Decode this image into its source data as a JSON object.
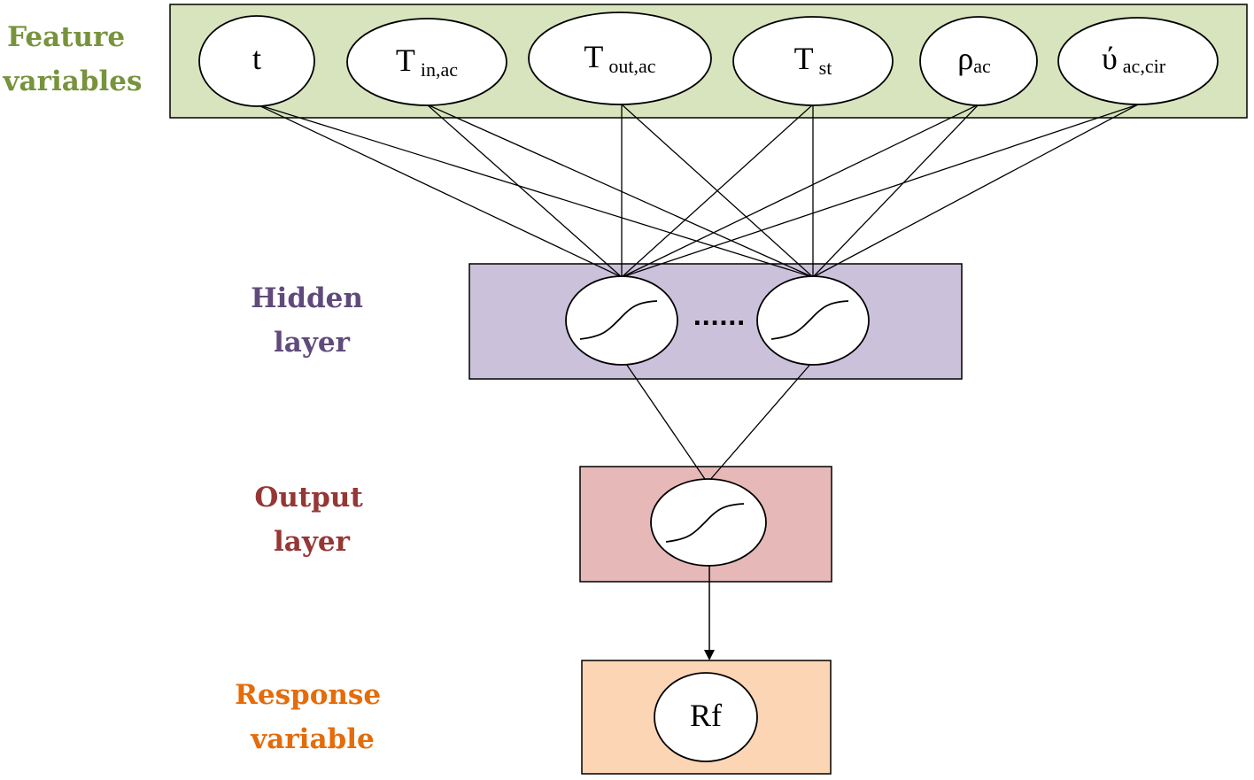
{
  "colors": {
    "feature_bg": "#d7e4bd",
    "hidden_bg": "#ccc1da",
    "output_bg": "#e6b9b8",
    "response_bg": "#fcd5b5",
    "feature_label": "#77933c",
    "hidden_label": "#604a7b",
    "output_label": "#953735",
    "response_label": "#e46c0a"
  },
  "labels": {
    "feature": [
      "Feature",
      "variables"
    ],
    "hidden": [
      "Hidden",
      "layer"
    ],
    "output": [
      "Output",
      "layer"
    ],
    "response": [
      "Response",
      "variable"
    ]
  },
  "inputs": [
    {
      "main": "t",
      "sub": ""
    },
    {
      "main": "T",
      "sub": "in,ac"
    },
    {
      "main": "T",
      "sub": "out,ac"
    },
    {
      "main": "T",
      "sub": "st"
    },
    {
      "main": "ρ",
      "sub": "ac"
    },
    {
      "main": "ύ",
      "sub": "ac,cir"
    }
  ],
  "hidden_ellipsis": "......",
  "response_node": "Rf"
}
